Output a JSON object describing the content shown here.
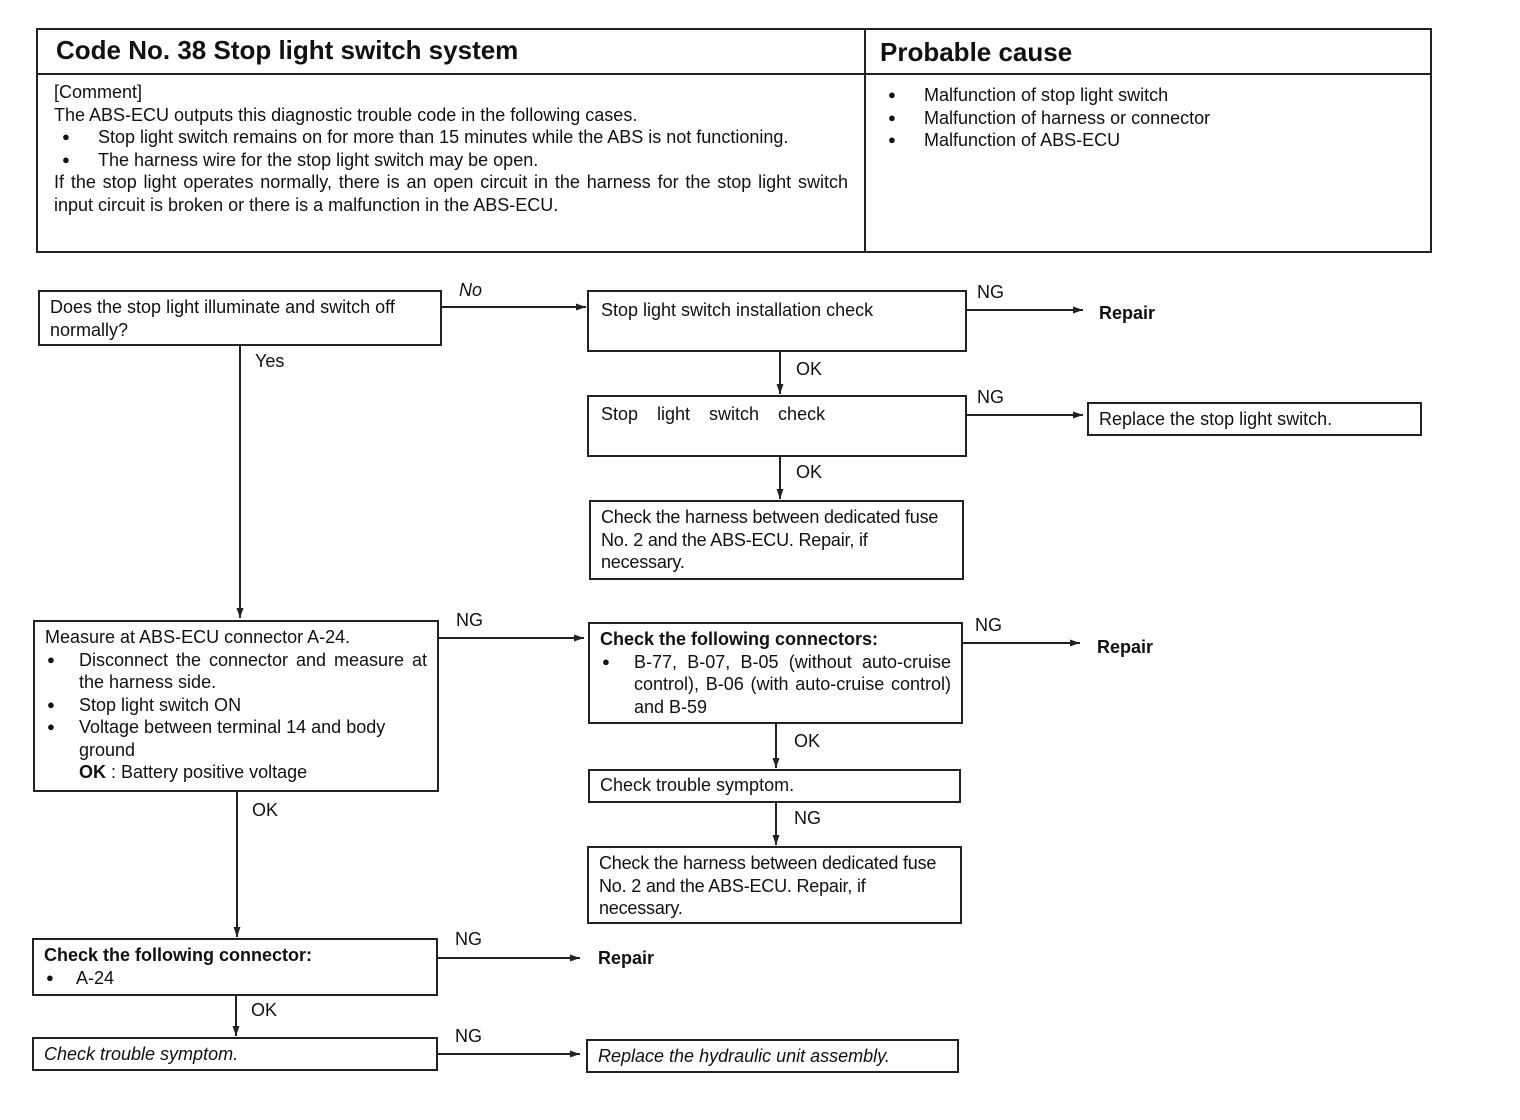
{
  "header": {
    "title": "Code No. 38 Stop light switch system",
    "cause_title": "Probable cause",
    "comment_heading": "[Comment]",
    "comment_intro": "The ABS-ECU outputs this diagnostic trouble code in the following cases.",
    "comment_bullets": [
      "Stop light switch remains on for more than 15 minutes while the ABS is not functioning.",
      "The harness wire for the stop light switch may be open."
    ],
    "comment_outro": "If the stop light operates normally, there is an open circuit in the harness for the stop light switch input circuit is broken or there is a malfunction in the ABS-ECU.",
    "causes": [
      "Malfunction of stop light switch",
      "Malfunction of harness or connector",
      "Malfunction of ABS-ECU"
    ]
  },
  "flow": {
    "q_illuminate": "Does the stop light illuminate and switch off normally?",
    "switch_install_check": "Stop light switch installation check",
    "switch_check": "Stop light switch check",
    "replace_switch": "Replace the stop light switch.",
    "harness_check_1": "Check the harness between dedicated fuse No. 2 and the ABS-ECU. Repair, if necessary.",
    "measure": {
      "title": "Measure at ABS-ECU connector A-24.",
      "bullets": [
        "Disconnect the connector and measure at the harness side.",
        "Stop light switch ON",
        "Voltage between terminal 14 and body ground"
      ],
      "ok_key": "OK",
      "ok_value": ": Battery positive voltage"
    },
    "connectors_check": {
      "title": "Check the following connectors:",
      "bullet": "B-77, B-07, B-05 (without auto-cruise control), B-06 (with auto-cruise control) and B-59"
    },
    "trouble_symptom_1": "Check trouble symptom.",
    "harness_check_2": "Check the harness between dedicated fuse No. 2 and the ABS-ECU. Repair, if necessary.",
    "connector_a24": {
      "title": "Check the following connector:",
      "bullet": "A-24"
    },
    "trouble_symptom_2": "Check trouble symptom.",
    "replace_hydraulic": "Replace the hydraulic unit assembly.",
    "repair_1": "Repair",
    "repair_2": "Repair",
    "repair_3": "Repair",
    "labels": {
      "no": "No",
      "yes": "Yes",
      "ng_install": "NG",
      "ok_install": "OK",
      "ng_switch": "NG",
      "ok_switch": "OK",
      "ng_measure": "NG",
      "ok_measure": "OK",
      "ng_connectors": "NG",
      "ok_connectors": "OK",
      "ng_symptom1": "NG",
      "ng_a24": "NG",
      "ok_a24": "OK",
      "ng_symptom2": "NG"
    }
  }
}
